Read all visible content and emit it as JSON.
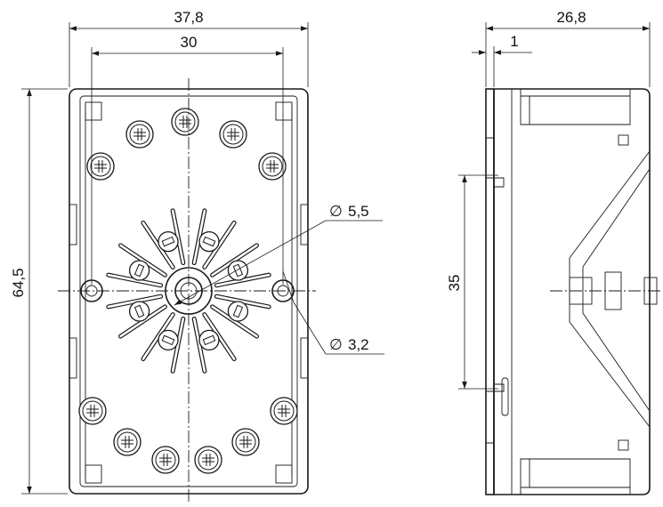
{
  "front_view": {
    "dimensions": {
      "overall_width": "37,8",
      "pin_pitch_width": "30",
      "overall_height": "64,5",
      "center_hole_diameter": "5,5",
      "mounting_hole_diameter": "3,2"
    },
    "symbols": {
      "diameter": "∅"
    }
  },
  "side_view": {
    "dimensions": {
      "overall_depth": "26,8",
      "flange_thickness": "1",
      "rail_width": "35"
    }
  }
}
